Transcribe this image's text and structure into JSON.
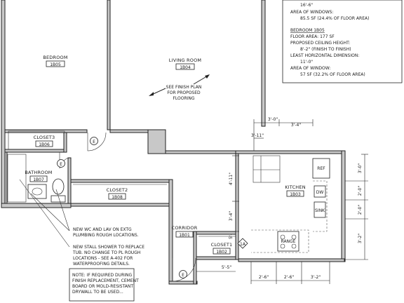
{
  "rooms": {
    "bedroom": {
      "name": "BEDROOM",
      "num": "1B05"
    },
    "living": {
      "name": "LIVING ROOM",
      "num": "1B04"
    },
    "closet3": {
      "name": "CLOSET3",
      "num": "1B06"
    },
    "bathroom": {
      "name": "BATHROOM",
      "num": "1B07"
    },
    "closet2": {
      "name": "CLOSET2",
      "num": "1B08"
    },
    "corridor": {
      "name": "CORRIDOR",
      "num": "1B01"
    },
    "closet1": {
      "name": "CLOSET1",
      "num": "1B02"
    },
    "kitchen": {
      "name": "KITCHEN",
      "num": "1B03"
    }
  },
  "finish_note": [
    "SEE FINISH PLAN",
    "FOR PROPOSED",
    "FLOORING"
  ],
  "symbols": {
    "e_tag": "E",
    "ta_tag": "1A"
  },
  "appliances": {
    "ref": "REF",
    "dw": "DW",
    "sink": "SINK",
    "range": "RANGE"
  },
  "notes": {
    "note1": [
      "NEW WC AND LAV ON EXTG",
      "PLUMBING ROUGH LOCATIONS."
    ],
    "note2": [
      "NEW STALL SHOWER TO REPLACE",
      "TUB. NO CHANGE TO PL ROUGH",
      "LOCATIONS - SEE A-402 FOR",
      "WATERPROOFING DETAILS."
    ],
    "note3": [
      "NOTE: IF REQUIRED DURING",
      "FINISH REPLACEMENT, CEMENT",
      "BOARD OR MOLD-RESISTANT",
      "DRYWALL TO BE USED..."
    ]
  },
  "info_box": [
    "16'-6\"",
    "AREA OF WINDOWS:",
    "85.5 SF (24.4% OF FLOOR AREA)",
    "",
    "BEDROOM 1B05",
    "FLOOR AREA: 177 SF",
    "PROPOSED CEILING HEIGHT:",
    "8'-2\" (FINISH TO FINISH)",
    "LEAST HORIZONTAL DIMENSION:",
    "11'-0\"",
    "AREA OF WINDOW:",
    "57 SF (32.2% OF FLOOR AREA)"
  ],
  "dimensions": {
    "top_a": "3'-0\"",
    "top_b": "3'-4\"",
    "top_c": "3'-11\"",
    "left_a": "4'-11\"",
    "left_b": "3'-4\"",
    "left_c": "5'-",
    "corridor": "5'-5\"",
    "right_a": "3'-0\"",
    "right_b": "2'-0\"",
    "right_c": "2'-0\"",
    "right_d": "3'-2\"",
    "bot_a": "2'-6\"",
    "bot_b": "2'-6\"",
    "bot_c": "3'-2\""
  }
}
